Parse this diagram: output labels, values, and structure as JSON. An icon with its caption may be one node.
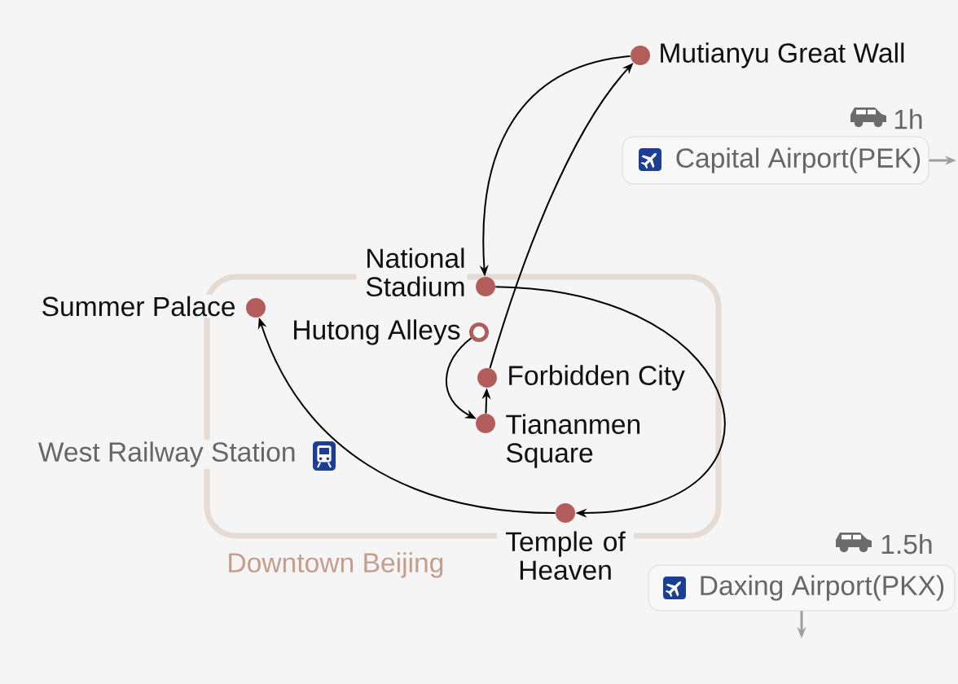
{
  "diagram": {
    "nodes": [
      {
        "text": [],
        "shape": "circle",
        "beside": [
          "Mutianyu Great Wall"
        ]
      },
      {
        "text": [
          "Capital Airport(PEK)"
        ],
        "beside": [
          "1h"
        ]
      },
      {
        "text": [
          "Downtown Beijing"
        ]
      },
      {
        "text": [],
        "shape": "circle",
        "beside": [
          "National Stadium"
        ],
        "in": 2
      },
      {
        "text": [],
        "shape": "circle",
        "beside": [
          "Summer Palace"
        ],
        "in": 2
      },
      {
        "text": [],
        "shape": "ring",
        "beside": [
          "Hutong Alleys"
        ],
        "in": 2
      },
      {
        "text": [],
        "shape": "circle",
        "beside": [
          "Forbidden City"
        ],
        "in": 2
      },
      {
        "text": [],
        "shape": "circle",
        "beside": [
          "Tiananmen Square"
        ],
        "in": 2
      },
      {
        "text": [],
        "shape": "circle",
        "beside": [
          "Temple of Heaven"
        ],
        "in": 2
      },
      {
        "text": [
          "Daxing Airport(PKX)"
        ],
        "beside": [
          "1.5h"
        ]
      }
    ],
    "edges": [
      {
        "from": 0,
        "to": 3,
        "arrow": "to"
      },
      {
        "from": 6,
        "to": 0,
        "arrow": "to"
      },
      {
        "from": 3,
        "to": 8,
        "arrow": "to"
      },
      {
        "from": 8,
        "to": 4,
        "arrow": "to"
      },
      {
        "from": 5,
        "to": 7,
        "arrow": "to"
      },
      {
        "from": 7,
        "to": 6,
        "arrow": "to"
      },
      {
        "from": 1,
        "to": null,
        "arrow": "to",
        "color": "#9e9e9e"
      },
      {
        "from": 9,
        "to": null,
        "arrow": "to",
        "color": "#9e9e9e"
      }
    ],
    "labels": [
      "West Railway Station"
    ]
  }
}
